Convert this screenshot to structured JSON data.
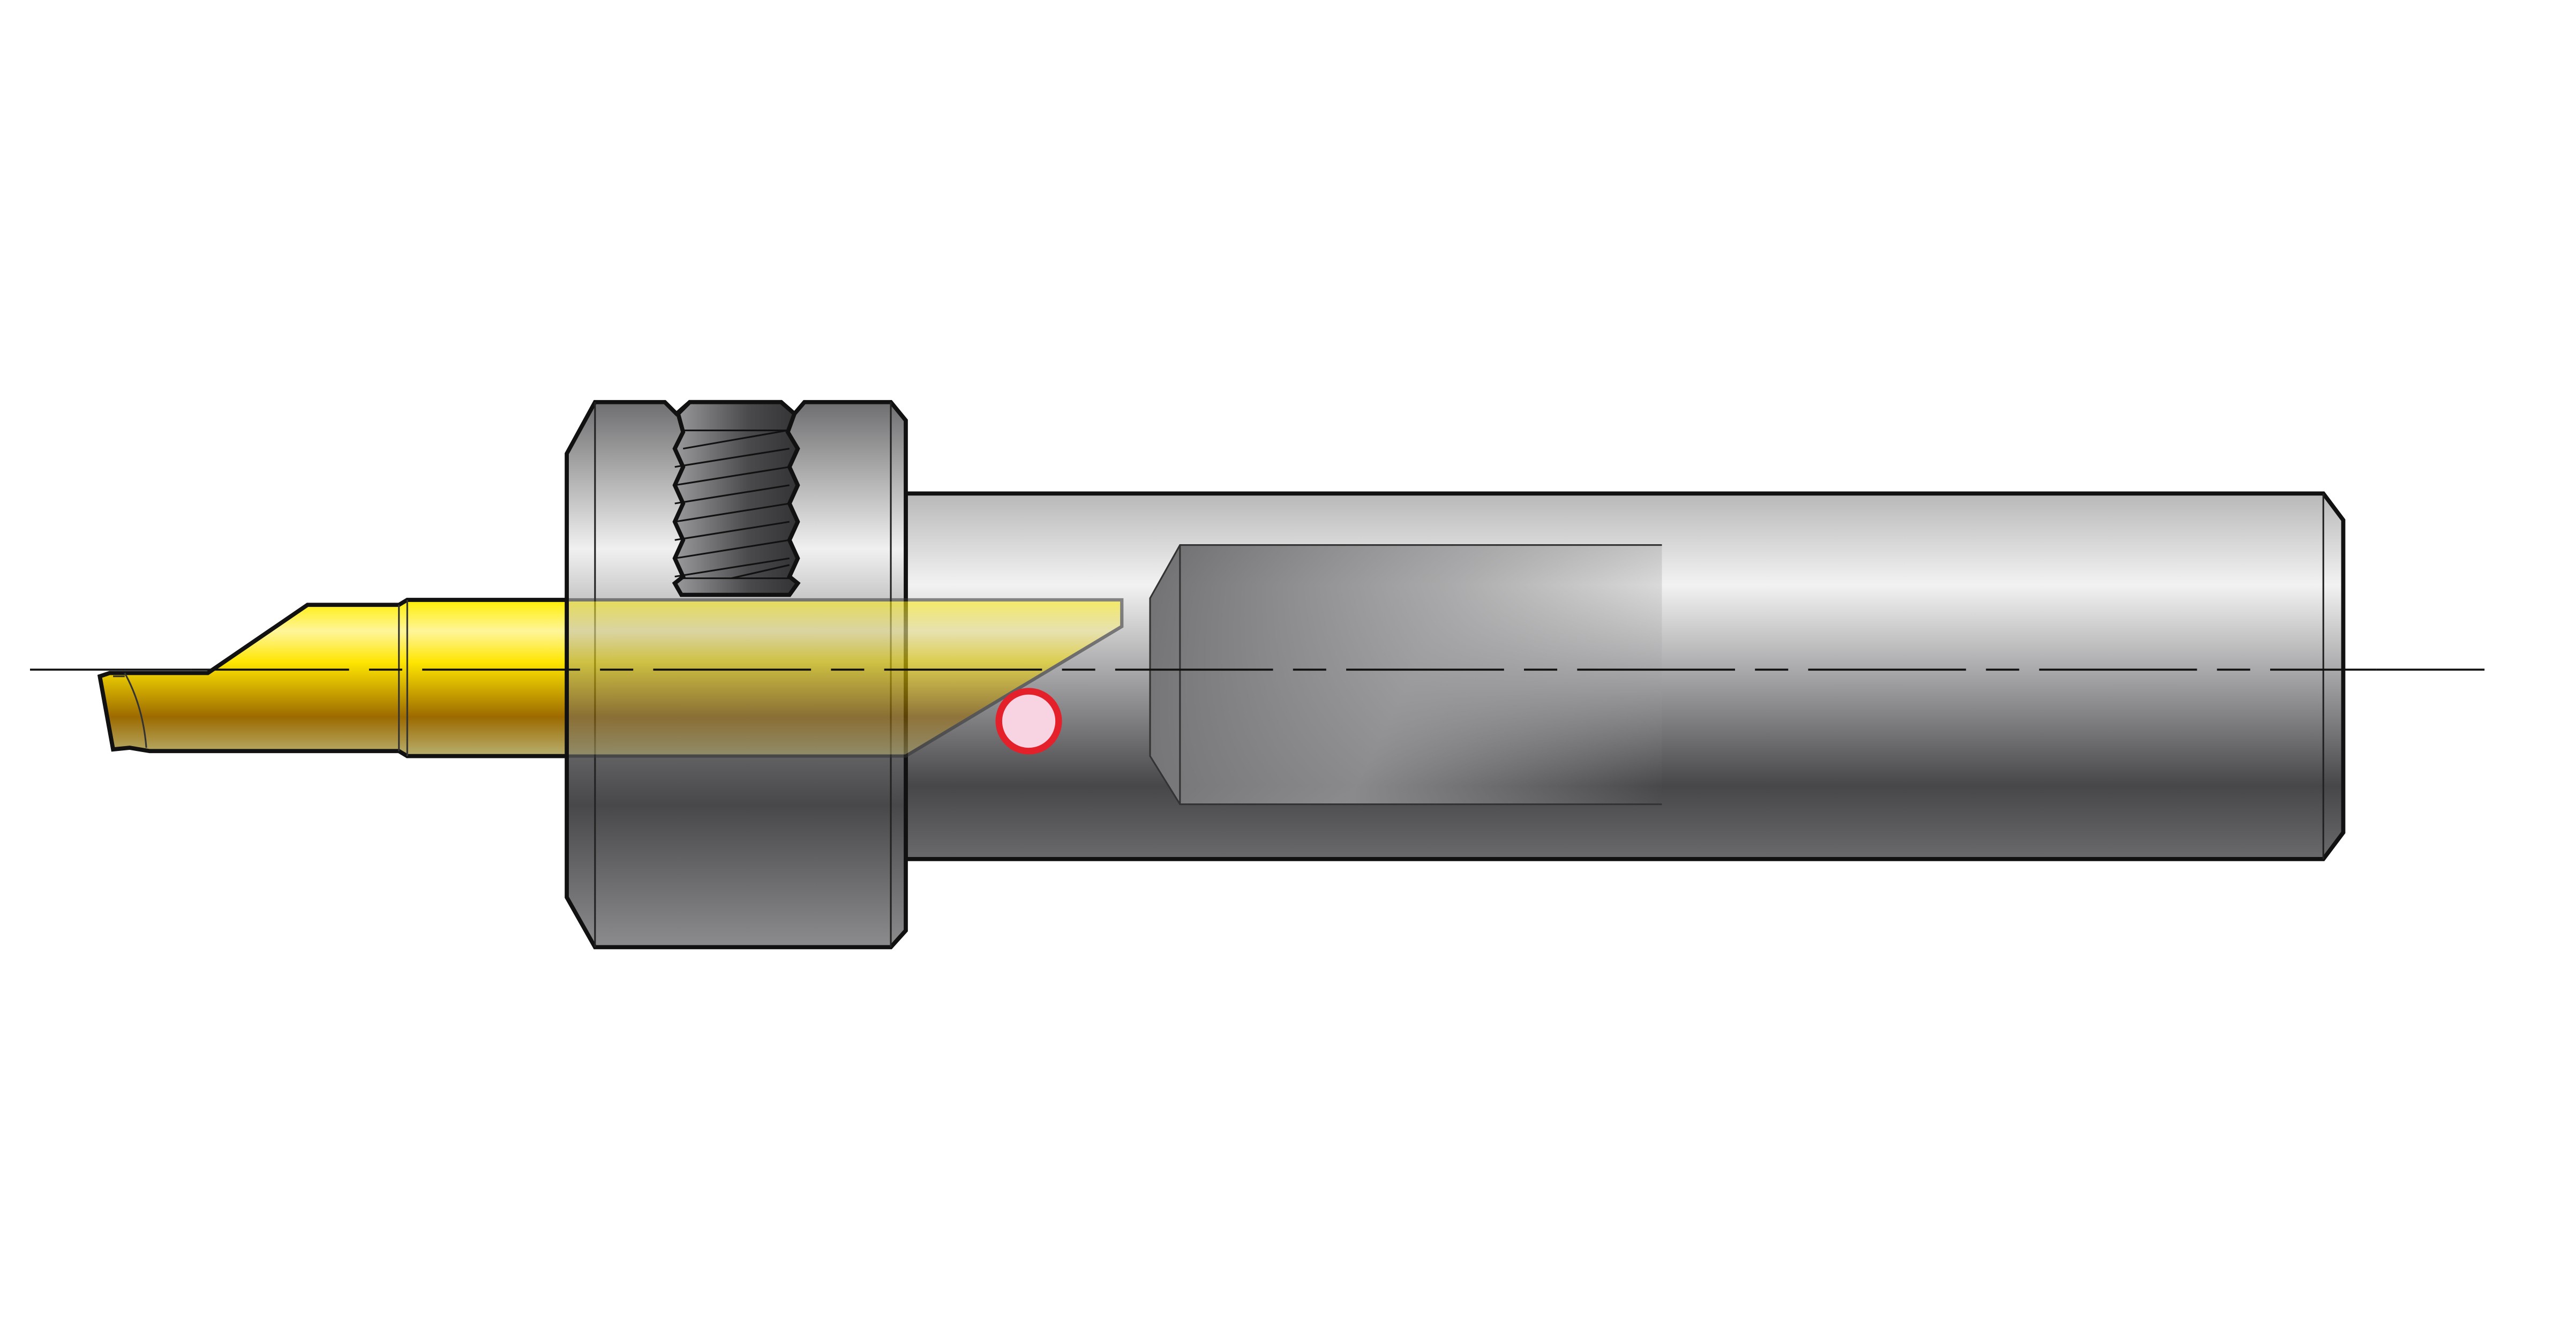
{
  "diagram": {
    "parts": [
      "boring-bar-insert",
      "collar-nut",
      "clamp-screw",
      "holder-shank",
      "coolant-hole",
      "centerline"
    ],
    "colors": {
      "insert_yellow": "#ffee00",
      "insert_bronze": "#9c6a00",
      "steel_light": "#f2f2f2",
      "steel_dark": "#47474a",
      "coolant_ring": "#e4202a",
      "coolant_fill": "#f8d4e2",
      "outline": "#111111"
    }
  }
}
